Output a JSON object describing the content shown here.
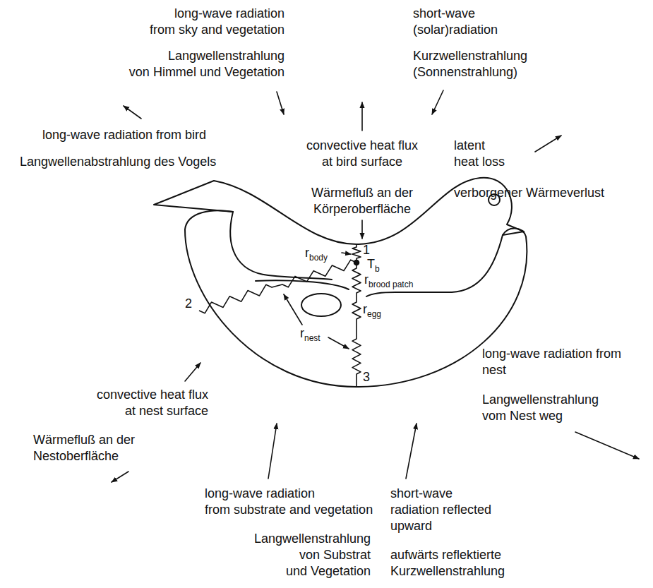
{
  "diagram": {
    "labels": [
      "long-wave radiation from sky and vegetation",
      "Langwellenstrahlung von Himmel und Vegetation",
      "short-wave (solar)radiation",
      "Kurzwellenstrahlung (Sonnenstrahlung)",
      "long-wave radiation from bird",
      "Langwellenabstrahlung des Vogels",
      "convective heat flux at bird surface",
      "Wärmefluß an der Körperoberfläche",
      "latent heat loss",
      "verborgener Wärmeverlust",
      "rbody",
      "1",
      "Tb",
      "rbrood patch",
      "2",
      "regg",
      "rnest",
      "long-wave radiation from nest",
      "Langwellenstrahlung vom Nest weg",
      "convective heat flux at nest surface",
      "Wärmefluß an der Nestoberfläche",
      "3",
      "long-wave radiation from substrate and vegetation",
      "Langwellenstrahlung von Substrat und Vegetation",
      "short-wave radiation reflected upward",
      "aufwärts reflektierte Kurzwellenstrahlung"
    ]
  }
}
